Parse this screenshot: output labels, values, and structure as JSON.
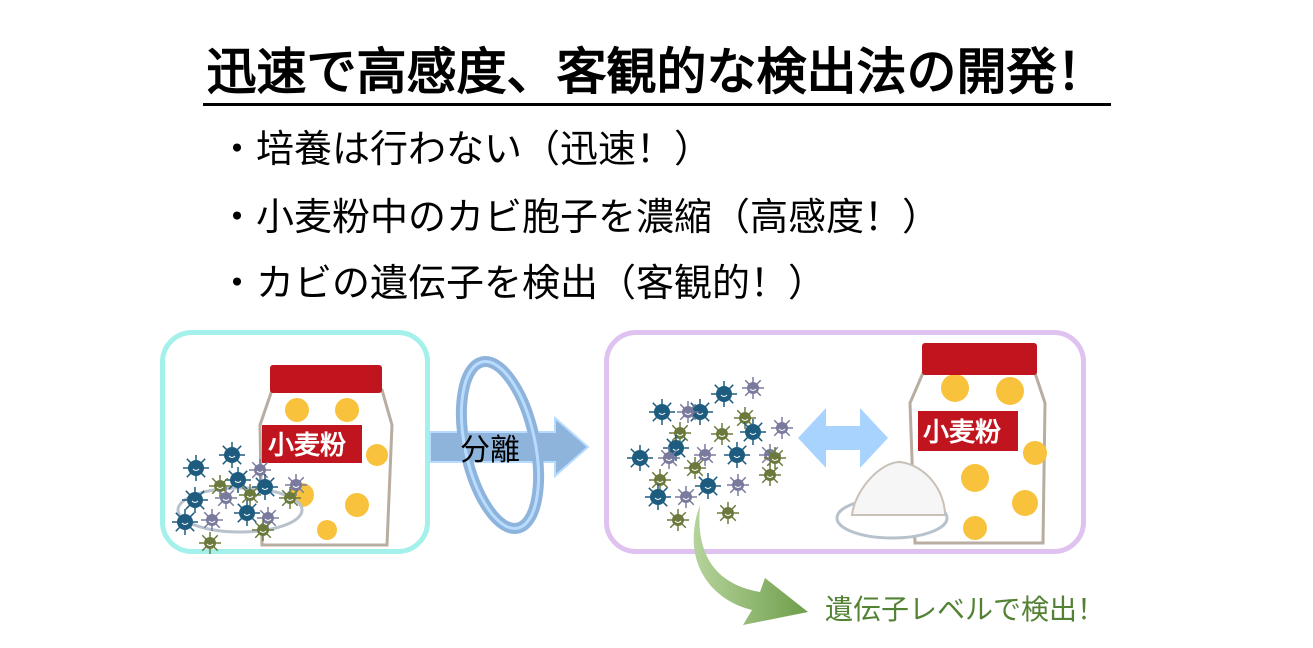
{
  "title": "迅速で高感度、客観的な検出法の開発！",
  "bullets": [
    "・培養は行わない（迅速！）",
    "・小麦粉中のカビ胞子を濃縮（高感度！）",
    "・カビの遺伝子を検出（客観的！）"
  ],
  "bag_label": "小麦粉",
  "separation_label": "分離",
  "detection_label": "遺伝子レベルで検出！",
  "colors": {
    "left_box_border": "#a4f0ea",
    "right_box_border": "#dfc2f0",
    "separation_arrow": "#8fb4dc",
    "double_arrow": "#a9d3ff",
    "green_arrow": "#7faa5e",
    "detection_text": "#548235",
    "bag_top": "#c0141e",
    "bag_dots": "#f8c23c"
  }
}
